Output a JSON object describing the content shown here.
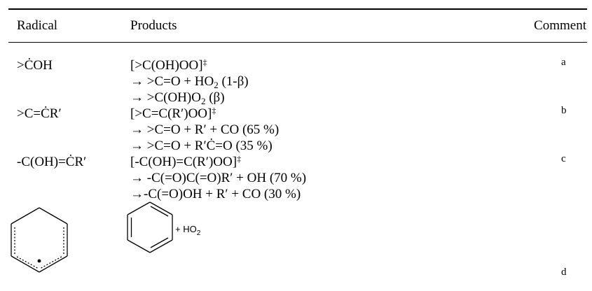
{
  "table": {
    "headers": {
      "radical": "Radical",
      "products": "Products",
      "comment": "Comment"
    },
    "rows": [
      {
        "radical": ">ĊOH",
        "products": [
          {
            "main": "[>C(OH)OO]",
            "sup": "‡",
            "sub": "",
            "tail": ""
          },
          {
            "main": "→ >C=O + HO",
            "sup": "",
            "sub": "2",
            "tail": " (1-β)"
          },
          {
            "main": "→ >C(OH)O",
            "sup": "",
            "sub": "2",
            "tail": " (β)"
          }
        ],
        "comment": "a"
      },
      {
        "radical": ">C=ĊR′",
        "products": [
          {
            "main": "[>C=C(R′)OO]",
            "sup": "‡",
            "sub": "",
            "tail": ""
          },
          {
            "main": "→ >C=O + R′ + CO (65 %)",
            "sup": "",
            "sub": "",
            "tail": ""
          },
          {
            "main": "→ >C=O + R′Ċ=O (35 %)",
            "sup": "",
            "sub": "",
            "tail": ""
          }
        ],
        "comment": "b"
      },
      {
        "radical": "-C(OH)=ĊR′",
        "products": [
          {
            "main": "[-C(OH)=C(R′)OO]",
            "sup": "‡",
            "sub": "",
            "tail": ""
          },
          {
            "main": "→ -C(=O)C(=O)R′ + OH (70 %)",
            "sup": "",
            "sub": "",
            "tail": ""
          },
          {
            "main": "→-C(=O)OH + R′ + CO (30 %)",
            "sup": "",
            "sub": "",
            "tail": ""
          }
        ],
        "comment": "c"
      },
      {
        "radical_structure": "cyclohexadienyl-radical-structure",
        "product_structure": "benzene-ring-structure",
        "product_label": {
          "main": "+ HO",
          "sub": "2"
        },
        "comment": "d"
      }
    ]
  }
}
